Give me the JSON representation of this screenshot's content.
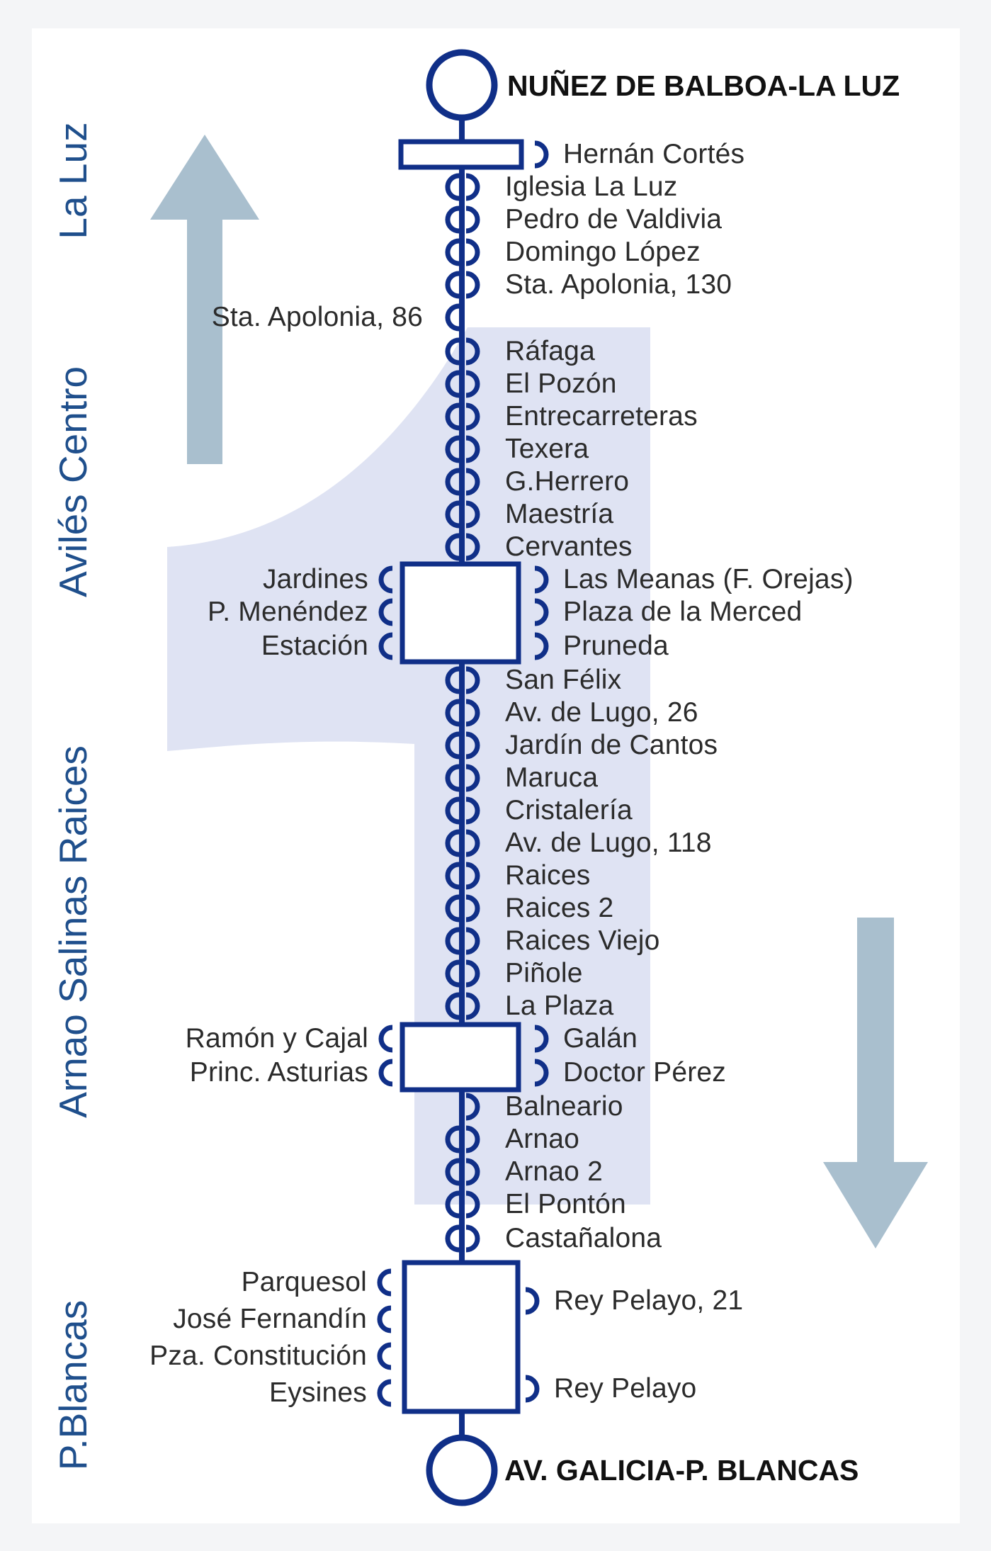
{
  "colors": {
    "line": "#102f88",
    "arrow": "#a9bfce",
    "highlight": "#dfe3f3",
    "zone_text": "#1f4f8c",
    "stop_text": "#2b2b2b"
  },
  "zones": [
    "La Luz",
    "Avilés Centro",
    "Arnao Salinas Raices",
    "P.Blancas"
  ],
  "termini": {
    "north": "NUÑEZ DE BALBOA-LA LUZ",
    "south": "AV. GALICIA-P. BLANCAS"
  },
  "stops": [
    {
      "label": "Hernán Cortés",
      "side": "right"
    },
    {
      "label": "Iglesia La Luz",
      "side": "both"
    },
    {
      "label": "Pedro de Valdivia",
      "side": "both"
    },
    {
      "label": "Domingo López",
      "side": "both"
    },
    {
      "label": "Sta. Apolonia, 130",
      "side": "both"
    },
    {
      "label": "Sta. Apolonia, 86",
      "side": "left"
    },
    {
      "label": "Ráfaga",
      "side": "both"
    },
    {
      "label": "El Pozón",
      "side": "both"
    },
    {
      "label": "Entrecarreteras",
      "side": "both"
    },
    {
      "label": "Texera",
      "side": "both"
    },
    {
      "label": "G.Herrero",
      "side": "both"
    },
    {
      "label": "Maestría",
      "side": "both"
    },
    {
      "label": "Cervantes",
      "side": "both"
    },
    {
      "label": "Jardines",
      "side": "left"
    },
    {
      "label": "Las Meanas (F. Orejas)",
      "side": "right"
    },
    {
      "label": "P. Menéndez",
      "side": "left"
    },
    {
      "label": "Plaza de la Merced",
      "side": "right"
    },
    {
      "label": "Estación",
      "side": "left"
    },
    {
      "label": "Pruneda",
      "side": "right"
    },
    {
      "label": "San Félix",
      "side": "both"
    },
    {
      "label": "Av. de Lugo, 26",
      "side": "both"
    },
    {
      "label": "Jardín de Cantos",
      "side": "both"
    },
    {
      "label": "Maruca",
      "side": "both"
    },
    {
      "label": "Cristalería",
      "side": "both"
    },
    {
      "label": "Av. de Lugo, 118",
      "side": "both"
    },
    {
      "label": "Raices",
      "side": "both"
    },
    {
      "label": "Raices 2",
      "side": "both"
    },
    {
      "label": "Raices Viejo",
      "side": "both"
    },
    {
      "label": "Piñole",
      "side": "both"
    },
    {
      "label": "La Plaza",
      "side": "both"
    },
    {
      "label": "Ramón y Cajal",
      "side": "left"
    },
    {
      "label": "Galán",
      "side": "right"
    },
    {
      "label": "Princ. Asturias",
      "side": "left"
    },
    {
      "label": "Doctor Pérez",
      "side": "right"
    },
    {
      "label": "Balneario",
      "side": "right"
    },
    {
      "label": "Arnao",
      "side": "both"
    },
    {
      "label": "Arnao 2",
      "side": "both"
    },
    {
      "label": "El Pontón",
      "side": "both"
    },
    {
      "label": "Castañalona",
      "side": "both"
    },
    {
      "label": "Parquesol",
      "side": "left"
    },
    {
      "label": "José Fernandín",
      "side": "left"
    },
    {
      "label": "Pza. Constitución",
      "side": "left"
    },
    {
      "label": "Eysines",
      "side": "left"
    },
    {
      "label": "Rey Pelayo, 21",
      "side": "right"
    },
    {
      "label": "Rey Pelayo",
      "side": "right"
    }
  ]
}
